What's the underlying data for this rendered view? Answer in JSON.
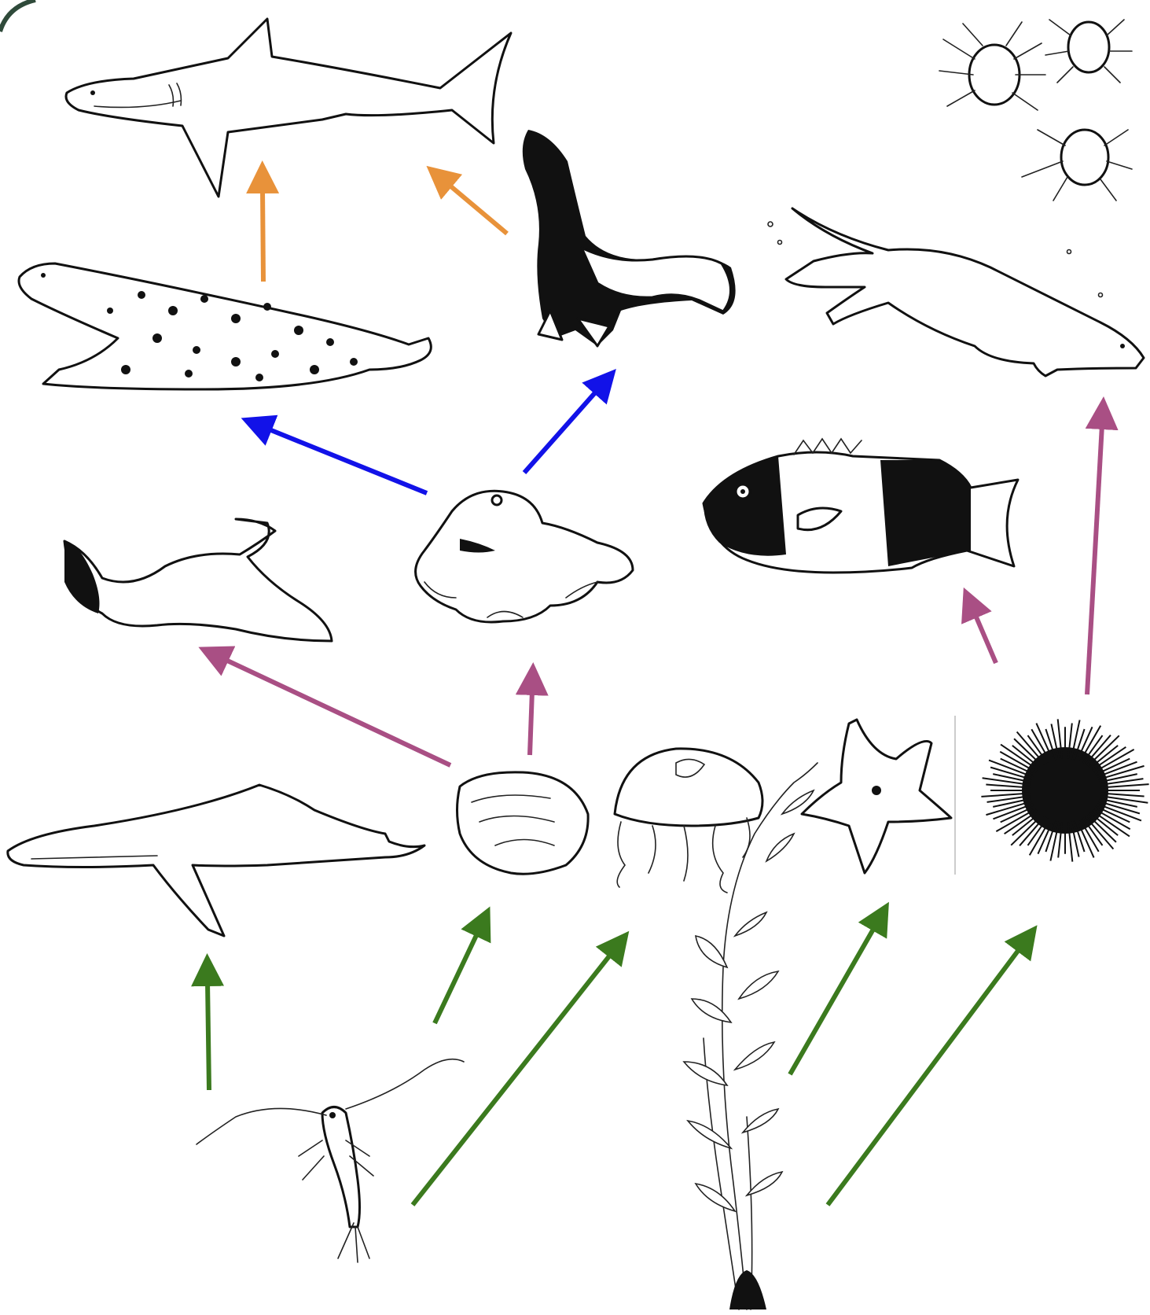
{
  "colors": {
    "producer_to_primary": "#3b7a1e",
    "to_secondary": "#a94f84",
    "octopus_links": "#1212e8",
    "to_apex": "#e8923a",
    "corner_frame": "#2f4a3a"
  },
  "organisms": [
    {
      "id": "great-white-shark",
      "icon": "shark-icon"
    },
    {
      "id": "sea-lion",
      "icon": "sea-lion-icon"
    },
    {
      "id": "shore-crabs",
      "icon": "crab-icon"
    },
    {
      "id": "harbor-seal",
      "icon": "seal-icon"
    },
    {
      "id": "sea-otter",
      "icon": "sea-otter-icon"
    },
    {
      "id": "bat-ray",
      "icon": "ray-icon"
    },
    {
      "id": "octopus",
      "icon": "octopus-icon"
    },
    {
      "id": "sheephead-fish",
      "icon": "fish-icon"
    },
    {
      "id": "humpback-whale",
      "icon": "whale-icon"
    },
    {
      "id": "abalone",
      "icon": "shell-icon"
    },
    {
      "id": "moon-jellyfish",
      "icon": "jellyfish-icon"
    },
    {
      "id": "bat-star",
      "icon": "sea-star-icon"
    },
    {
      "id": "sea-urchin",
      "icon": "urchin-icon"
    },
    {
      "id": "copepod",
      "icon": "copepod-icon"
    },
    {
      "id": "giant-kelp",
      "icon": "kelp-icon"
    }
  ],
  "links": [
    {
      "from": "copepod",
      "to": "humpback-whale",
      "group": "producer_to_primary"
    },
    {
      "from": "copepod",
      "to": "abalone",
      "group": "producer_to_primary"
    },
    {
      "from": "copepod",
      "to": "moon-jellyfish",
      "group": "producer_to_primary"
    },
    {
      "from": "giant-kelp",
      "to": "bat-star",
      "group": "producer_to_primary"
    },
    {
      "from": "giant-kelp",
      "to": "sea-urchin",
      "group": "producer_to_primary"
    },
    {
      "from": "abalone",
      "to": "bat-ray",
      "group": "to_secondary"
    },
    {
      "from": "abalone",
      "to": "octopus",
      "group": "to_secondary"
    },
    {
      "from": "sea-urchin",
      "to": "sheephead-fish",
      "group": "to_secondary"
    },
    {
      "from": "sea-urchin",
      "to": "sea-otter",
      "group": "to_secondary"
    },
    {
      "from": "octopus",
      "to": "harbor-seal",
      "group": "octopus_links"
    },
    {
      "from": "octopus",
      "to": "sea-lion",
      "group": "octopus_links"
    },
    {
      "from": "harbor-seal",
      "to": "great-white-shark",
      "group": "to_apex"
    },
    {
      "from": "sea-lion",
      "to": "great-white-shark",
      "group": "to_apex"
    }
  ]
}
